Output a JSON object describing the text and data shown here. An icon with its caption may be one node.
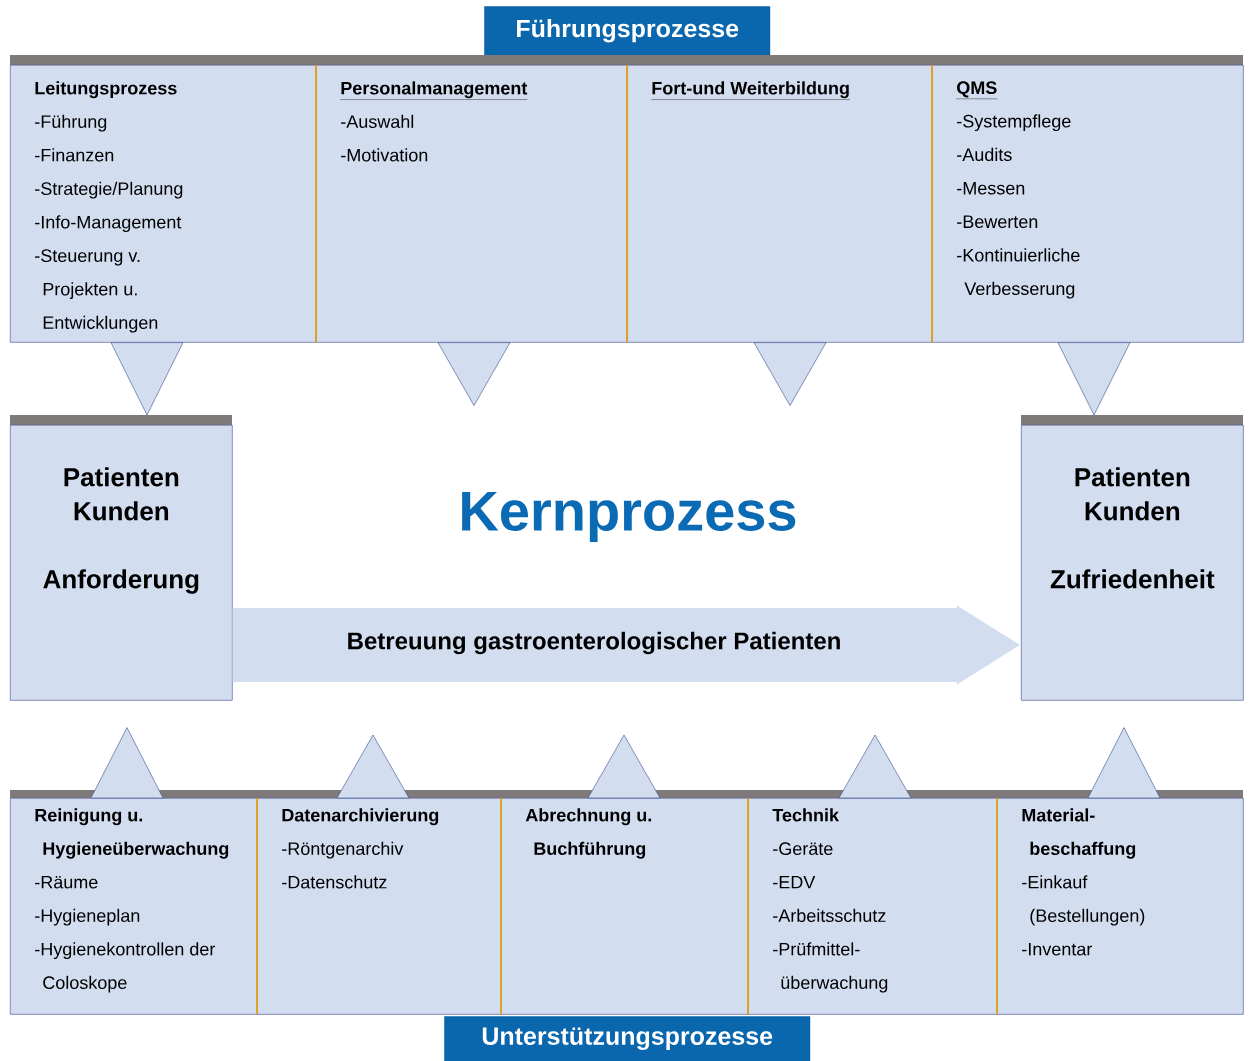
{
  "diagram": {
    "nodes": [
      {
        "text": [
          "Führungsprozesse"
        ]
      },
      {
        "text": [
          "Leitungsprozess",
          "-Führung",
          "-Finanzen",
          "-Strategie/Planung",
          "-Info-Management",
          "-Steuerung v. Projekten u. Entwicklungen"
        ]
      },
      {
        "text": [
          "Personalmanagement",
          "-Auswahl",
          "-Motivation"
        ]
      },
      {
        "text": [
          "Fort-und Weiterbildung"
        ]
      },
      {
        "text": [
          "QMS",
          "-Systempflege",
          "-Audits",
          "-Messen",
          "-Bewerten",
          "-Kontinuierliche Verbesserung"
        ]
      },
      {
        "text": [
          "Patienten Kunden",
          "Anforderung"
        ]
      },
      {
        "text": [
          "Kernprozess"
        ]
      },
      {
        "text": [
          "Patienten Kunden",
          "Zufriedenheit"
        ]
      },
      {
        "text": [
          "Reinigung u. Hygieneüberwachung",
          "-Räume",
          "-Hygieneplan",
          "-Hygienekontrollen der Coloskope"
        ]
      },
      {
        "text": [
          "Datenarchivierung",
          "-Röntgenarchiv",
          "-Datenschutz"
        ]
      },
      {
        "text": [
          "Abrechnung u. Buchführung"
        ]
      },
      {
        "text": [
          "Technik",
          "-Geräte",
          "-EDV",
          "-Arbeitsschutz",
          "-Prüfmittel- überwachung"
        ]
      },
      {
        "text": [
          "Material- beschaffung",
          "-Einkauf (Bestellungen)",
          "-Inventar"
        ]
      },
      {
        "text": [
          "Unterstützungsprozesse"
        ]
      }
    ],
    "edges": [
      {
        "from": 1,
        "to": 5,
        "arrow": "to"
      },
      {
        "from": 2,
        "to": null,
        "arrow": "to"
      },
      {
        "from": 3,
        "to": null,
        "arrow": "to"
      },
      {
        "from": 4,
        "to": 7,
        "arrow": "to"
      },
      {
        "from": 8,
        "to": 5,
        "arrow": "to"
      },
      {
        "from": 9,
        "to": null,
        "arrow": "to"
      },
      {
        "from": 10,
        "to": null,
        "arrow": "to"
      },
      {
        "from": 11,
        "to": null,
        "arrow": "to"
      },
      {
        "from": 12,
        "to": 7,
        "arrow": "to"
      },
      {
        "from": 5,
        "to": 7,
        "arrow": "to",
        "label": "Betreuung gastroenterologischer Patienten"
      }
    ]
  }
}
